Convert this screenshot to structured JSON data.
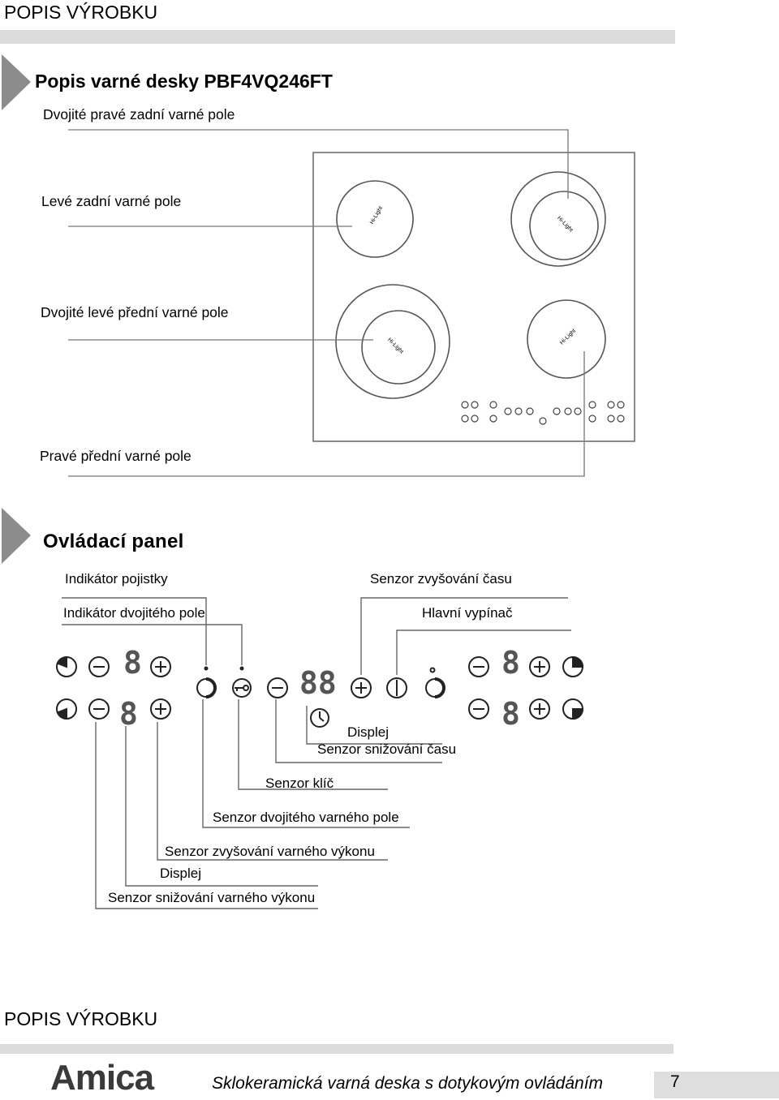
{
  "page": {
    "header": "POPIS VÝROBKU",
    "footer_header": "POPIS VÝROBKU",
    "brand": "Amica",
    "footer_caption": "Sklokeramická varná deska s dotykovým ovládáním",
    "page_number": "7"
  },
  "hob": {
    "title": "Popis varné desky PBF4VQ246FT",
    "labels": {
      "right_rear_dual": "Dvojité pravé zadní varné pole",
      "left_rear": "Levé zadní varné pole",
      "left_front_dual": "Dvojité levé přední varné pole",
      "right_front": "Pravé přední varné pole"
    },
    "zone_text": "Hi-Light"
  },
  "panel": {
    "title": "Ovládací panel",
    "labels": {
      "fuse_indicator": "Indikátor pojistky",
      "dual_indicator": "Indikátor dvojitého pole",
      "time_up": "Senzor zvyšování času",
      "main_switch": "Hlavní vypínač",
      "display": "Displej",
      "time_down": "Senzor snižování času",
      "key": "Senzor klíč",
      "dual_sensor": "Senzor dvojitého varného pole",
      "power_up": "Senzor zvyšování varného výkonu",
      "display2": "Displej",
      "power_down": "Senzor snižování varného výkonu"
    },
    "digit": "8",
    "timer_digits": "88"
  },
  "colors": {
    "band_gray": "#dcdcdc",
    "triangle_gray": "#8c8c8c",
    "line_gray": "#555555"
  }
}
